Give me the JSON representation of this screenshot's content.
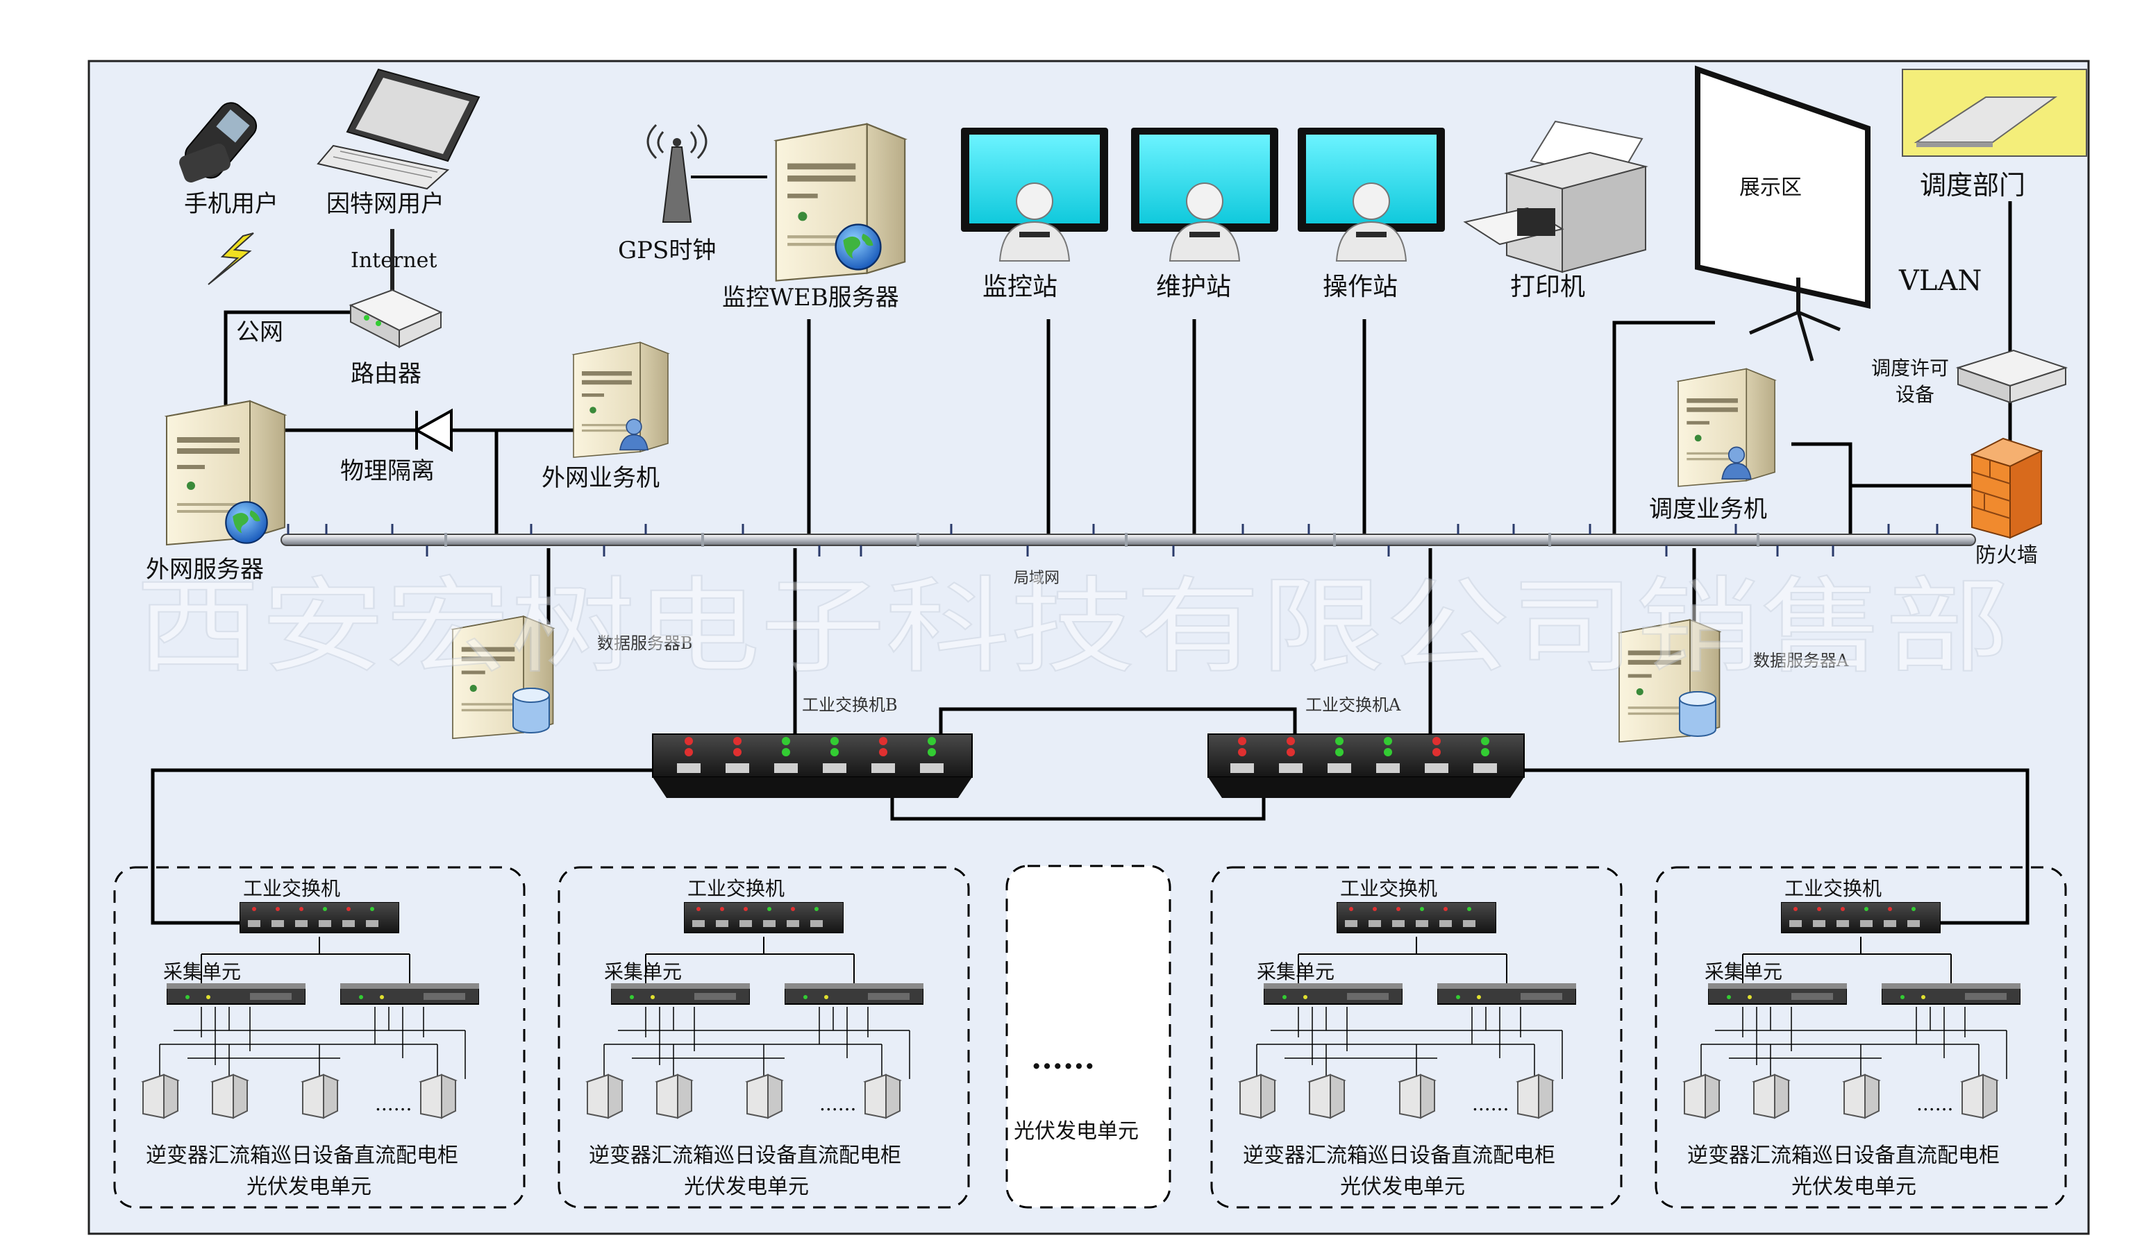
{
  "labels": {
    "phone_user": "手机用户",
    "internet_user": "因特网用户",
    "internet": "Internet",
    "public_net": "公网",
    "router": "路由器",
    "gps_clock": "GPS时钟",
    "web_server": "监控WEB服务器",
    "monitor_station": "监控站",
    "maintenance_station": "维护站",
    "operator_station": "操作站",
    "printer": "打印机",
    "display_area": "展示区",
    "dispatch_dept": "调度部门",
    "vlan": "VLAN",
    "dispatch_license_1": "调度许可",
    "dispatch_license_2": "设备",
    "firewall": "防火墙",
    "dispatch_business": "调度业务机",
    "physical_isolation": "物理隔离",
    "external_business": "外网业务机",
    "external_server": "外网服务器",
    "lan": "局域网",
    "data_server_b": "数据服务器B",
    "data_server_a": "数据服务器A",
    "switch_b": "工业交换机B",
    "switch_a": "工业交换机A",
    "middle_unit": "光伏发电单元",
    "dots": "......",
    "mini_dots": "......"
  },
  "units": [
    {
      "switch": "工业交换机",
      "collect": "采集单元",
      "devices": "逆变器汇流箱巡日设备直流配电柜",
      "name": "光伏发电单元"
    },
    {
      "switch": "工业交换机",
      "collect": "采集单元",
      "devices": "逆变器汇流箱巡日设备直流配电柜",
      "name": "光伏发电单元"
    },
    {
      "switch": "工业交换机",
      "collect": "采集单元",
      "devices": "逆变器汇流箱巡日设备直流配电柜",
      "name": "光伏发电单元"
    },
    {
      "switch": "工业交换机",
      "collect": "采集单元",
      "devices": "逆变器汇流箱巡日设备直流配电柜",
      "name": "光伏发电单元"
    }
  ],
  "watermark": "西安宏树电子科技有限公司销售部",
  "colors": {
    "background": "#e8eef8",
    "screen": "#14d6e8",
    "server_body": "#efe6c8",
    "switch_body": "#2a2a2a",
    "firewall": "#f08a2e",
    "folder": "#f4ee7a"
  }
}
